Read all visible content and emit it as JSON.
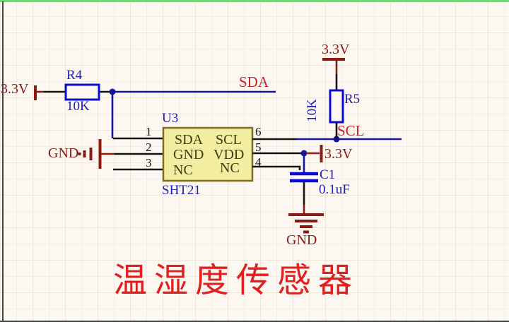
{
  "caption": "温湿度传感器",
  "colors": {
    "background": "#FCF8F1",
    "grid": "#F4EDE4",
    "grid_strong": "#EFE6DA",
    "wire": "#16169B",
    "pin": "#141414",
    "power": "#8B1A12",
    "net_label": "#CC2222",
    "designator": "#2020B8",
    "body_outline": "#0A0AD8",
    "part_fill": "#F2EDA0",
    "part_border": "#7F6B1F",
    "part_text": "#3C3C10",
    "title_red": "#E02020",
    "sheet_border_top": "#76D776",
    "sheet_border_dark": "#44443E"
  },
  "power": {
    "v33": "3.3V",
    "gnd": "GND"
  },
  "nets": {
    "sda": "SDA",
    "scl": "SCL"
  },
  "components": {
    "u3": {
      "designator": "U3",
      "value": "SHT21",
      "pin_names": {
        "sda": "SDA",
        "scl": "SCL",
        "gnd": "GND",
        "vdd": "VDD",
        "nc_left": "NC",
        "nc_right": "NC"
      },
      "pin_numbers": {
        "p1": "1",
        "p2": "2",
        "p3": "3",
        "p4": "4",
        "p5": "5",
        "p6": "6"
      }
    },
    "r4": {
      "designator": "R4",
      "value": "10K"
    },
    "r5": {
      "designator": "R5",
      "value": "10K"
    },
    "c1": {
      "designator": "C1",
      "value": "0.1uF"
    }
  }
}
